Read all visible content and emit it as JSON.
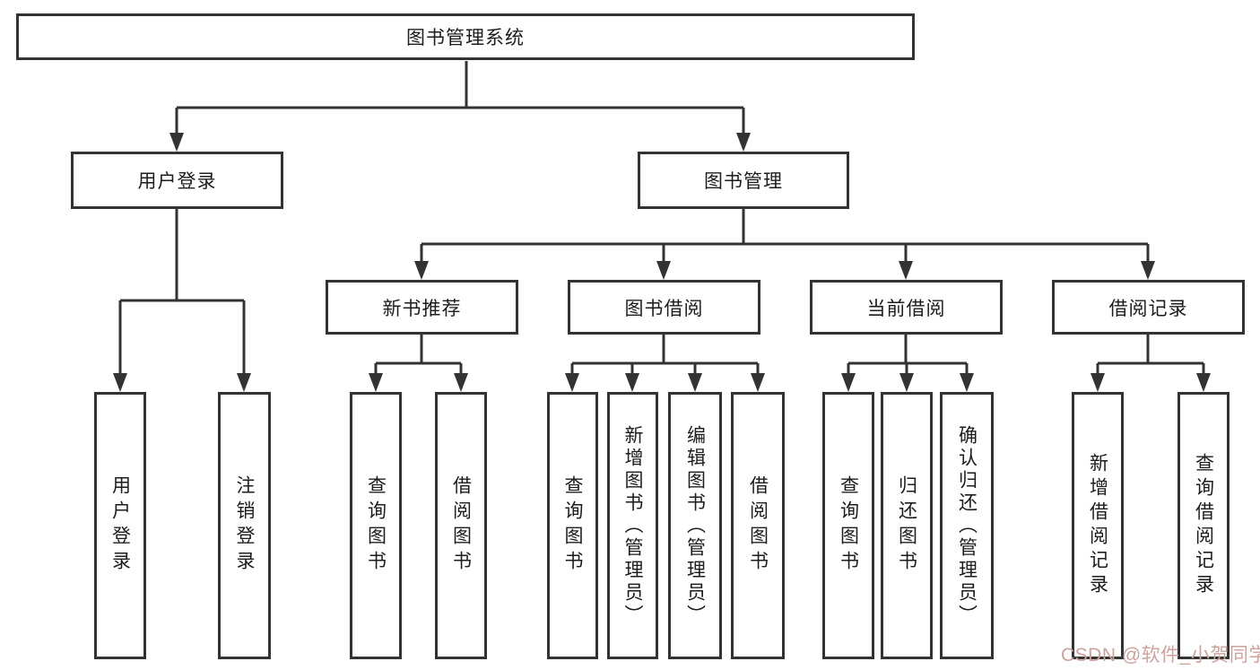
{
  "diagram_type": "hierarchy-tree",
  "colors": {
    "line": "#333333",
    "box_border": "#333333",
    "box_background": "#ffffff",
    "text": "#1c1c1c",
    "watermark": "#cfa19b"
  },
  "tree": {
    "label": "图书管理系统",
    "children": [
      {
        "label": "用户登录",
        "children": [
          {
            "label": "用户登录"
          },
          {
            "label": "注销登录"
          }
        ]
      },
      {
        "label": "图书管理",
        "children": [
          {
            "label": "新书推荐",
            "children": [
              {
                "label": "查询图书"
              },
              {
                "label": "借阅图书"
              }
            ]
          },
          {
            "label": "图书借阅",
            "children": [
              {
                "label": "查询图书"
              },
              {
                "label": "新增图书（管理员）"
              },
              {
                "label": "编辑图书（管理员）"
              },
              {
                "label": "借阅图书"
              }
            ]
          },
          {
            "label": "当前借阅",
            "children": [
              {
                "label": "查询图书"
              },
              {
                "label": "归还图书"
              },
              {
                "label": "确认归还（管理员）"
              }
            ]
          },
          {
            "label": "借阅记录",
            "children": [
              {
                "label": "新增借阅记录"
              },
              {
                "label": "查询借阅记录"
              }
            ]
          }
        ]
      }
    ]
  },
  "watermark": {
    "text": "CSDN @软件_小贺同学"
  }
}
